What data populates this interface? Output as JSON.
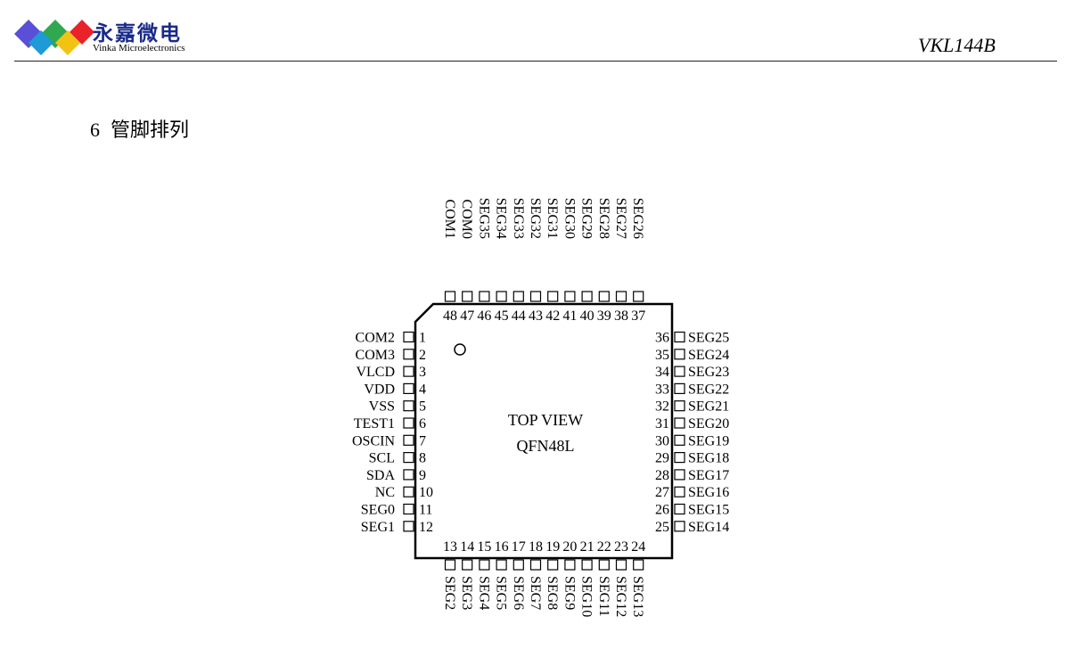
{
  "header": {
    "company_cn": "永嘉微电",
    "company_en": "Vinka Microelectronics",
    "doc_title": "VKL144B",
    "logo_colors": [
      "#5a4fd6",
      "#e8232a",
      "#2fa84f",
      "#f2c313",
      "#1e9ad6"
    ]
  },
  "section": {
    "number": "6",
    "title": "管脚排列"
  },
  "chip": {
    "view_label": "TOP VIEW",
    "package": "QFN48L",
    "left_pins": [
      {
        "num": "1",
        "name": "COM2"
      },
      {
        "num": "2",
        "name": "COM3"
      },
      {
        "num": "3",
        "name": "VLCD"
      },
      {
        "num": "4",
        "name": "VDD"
      },
      {
        "num": "5",
        "name": "VSS"
      },
      {
        "num": "6",
        "name": "TEST1"
      },
      {
        "num": "7",
        "name": "OSCIN"
      },
      {
        "num": "8",
        "name": "SCL"
      },
      {
        "num": "9",
        "name": "SDA"
      },
      {
        "num": "10",
        "name": "NC"
      },
      {
        "num": "11",
        "name": "SEG0"
      },
      {
        "num": "12",
        "name": "SEG1"
      }
    ],
    "bottom_pins": [
      {
        "num": "13",
        "name": "SEG2"
      },
      {
        "num": "14",
        "name": "SEG3"
      },
      {
        "num": "15",
        "name": "SEG4"
      },
      {
        "num": "16",
        "name": "SEG5"
      },
      {
        "num": "17",
        "name": "SEG6"
      },
      {
        "num": "18",
        "name": "SEG7"
      },
      {
        "num": "19",
        "name": "SEG8"
      },
      {
        "num": "20",
        "name": "SEG9"
      },
      {
        "num": "21",
        "name": "SEG10"
      },
      {
        "num": "22",
        "name": "SEG11"
      },
      {
        "num": "23",
        "name": "SEG12"
      },
      {
        "num": "24",
        "name": "SEG13"
      }
    ],
    "right_pins": [
      {
        "num": "36",
        "name": "SEG25"
      },
      {
        "num": "35",
        "name": "SEG24"
      },
      {
        "num": "34",
        "name": "SEG23"
      },
      {
        "num": "33",
        "name": "SEG22"
      },
      {
        "num": "32",
        "name": "SEG21"
      },
      {
        "num": "31",
        "name": "SEG20"
      },
      {
        "num": "30",
        "name": "SEG19"
      },
      {
        "num": "29",
        "name": "SEG18"
      },
      {
        "num": "28",
        "name": "SEG17"
      },
      {
        "num": "27",
        "name": "SEG16"
      },
      {
        "num": "26",
        "name": "SEG15"
      },
      {
        "num": "25",
        "name": "SEG14"
      }
    ],
    "top_pins": [
      {
        "num": "48",
        "name": "COM1"
      },
      {
        "num": "47",
        "name": "COM0"
      },
      {
        "num": "46",
        "name": "SEG35"
      },
      {
        "num": "45",
        "name": "SEG34"
      },
      {
        "num": "44",
        "name": "SEG33"
      },
      {
        "num": "43",
        "name": "SEG32"
      },
      {
        "num": "42",
        "name": "SEG31"
      },
      {
        "num": "41",
        "name": "SEG30"
      },
      {
        "num": "40",
        "name": "SEG29"
      },
      {
        "num": "39",
        "name": "SEG28"
      },
      {
        "num": "38",
        "name": "SEG27"
      },
      {
        "num": "37",
        "name": "SEG26"
      }
    ]
  }
}
